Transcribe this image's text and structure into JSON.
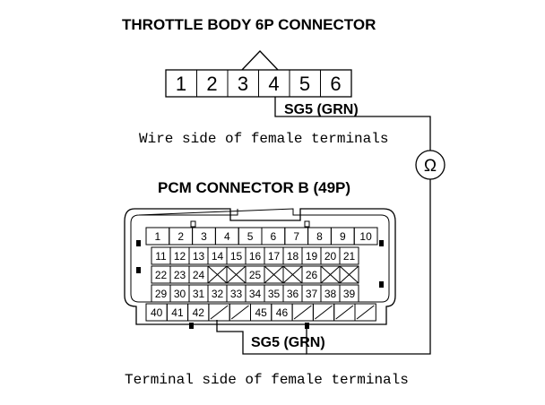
{
  "throttle": {
    "title": "THROTTLE BODY 6P CONNECTOR",
    "pins": [
      "1",
      "2",
      "3",
      "4",
      "5",
      "6"
    ],
    "signal": "SG5 (GRN)",
    "caption": "Wire side of female terminals"
  },
  "meter": {
    "symbol": "Ω"
  },
  "pcm": {
    "title": "PCM CONNECTOR B (49P)",
    "row1": [
      "1",
      "2",
      "3",
      "4",
      "5",
      "6",
      "7",
      "8",
      "9",
      "10"
    ],
    "row2": [
      "11",
      "12",
      "13",
      "14",
      "15",
      "16",
      "17",
      "18",
      "19",
      "20",
      "21"
    ],
    "row3": [
      "22",
      "23",
      "24",
      "",
      "",
      "25",
      "",
      "",
      "26",
      "",
      ""
    ],
    "row4": [
      "29",
      "30",
      "31",
      "32",
      "33",
      "34",
      "35",
      "36",
      "37",
      "38",
      "39"
    ],
    "row5": [
      "40",
      "41",
      "42",
      "",
      "",
      "45",
      "46",
      "",
      "",
      "",
      ""
    ],
    "signal": "SG5 (GRN)",
    "caption": "Terminal side of female terminals"
  }
}
